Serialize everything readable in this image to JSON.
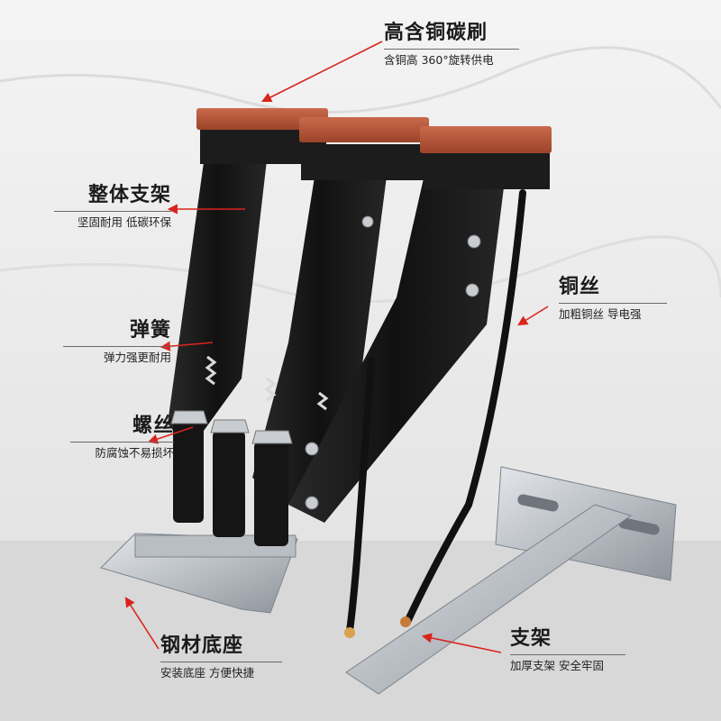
{
  "colors": {
    "arrow": "#d9241c",
    "copper_pad": "#b8553a",
    "frame_black": "#1b1b1b",
    "steel": "#c9cdd2"
  },
  "callouts": {
    "brush": {
      "title": "高含铜碳刷",
      "subtitle": "含铜高 360°旋转供电"
    },
    "frame": {
      "title": "整体支架",
      "subtitle": "坚固耐用 低碳环保"
    },
    "spring": {
      "title": "弹簧",
      "subtitle": "弹力强更耐用"
    },
    "screw": {
      "title": "螺丝",
      "subtitle": "防腐蚀不易损坏"
    },
    "wire": {
      "title": "铜丝",
      "subtitle": "加粗铜丝 导电强"
    },
    "base": {
      "title": "钢材底座",
      "subtitle": "安装底座 方便快捷"
    },
    "bracket": {
      "title": "支架",
      "subtitle": "加厚支架 安全牢固"
    }
  }
}
